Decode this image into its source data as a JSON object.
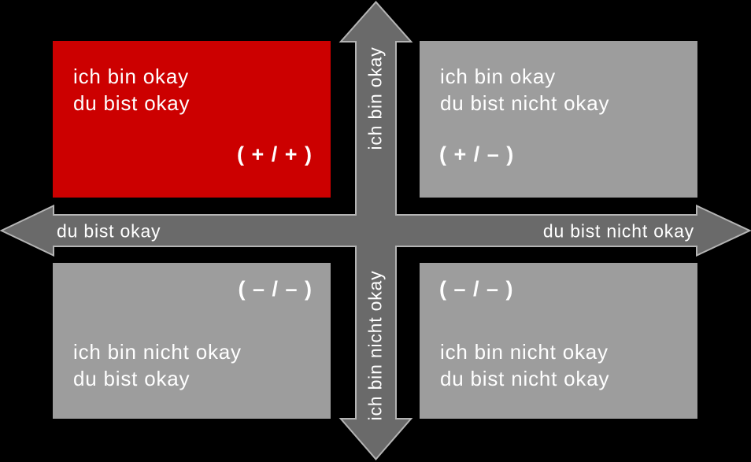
{
  "colors": {
    "background": "#000000",
    "red": "#cc0000",
    "gray_box": "#9d9d9d",
    "arrow_fill": "#6a6a6a",
    "arrow_outline": "#b4b4b4",
    "text": "#ffffff"
  },
  "axes": {
    "vertical_top_label": "ich bin okay",
    "vertical_bottom_label": "ich bin nicht okay",
    "horizontal_left_label": "du bist okay",
    "horizontal_right_label": "du bist nicht okay"
  },
  "quadrants": {
    "top_left": {
      "line1": "ich bin okay",
      "line2": "du bist okay",
      "sign": "( + / + )"
    },
    "top_right": {
      "line1": "ich bin okay",
      "line2": "du bist nicht okay",
      "sign": "( + / – )"
    },
    "bottom_left": {
      "line1": "ich bin nicht okay",
      "line2": "du bist okay",
      "sign": "( – / – )"
    },
    "bottom_right": {
      "line1": "ich bin nicht okay",
      "line2": "du bist nicht okay",
      "sign": "( – / – )"
    }
  }
}
